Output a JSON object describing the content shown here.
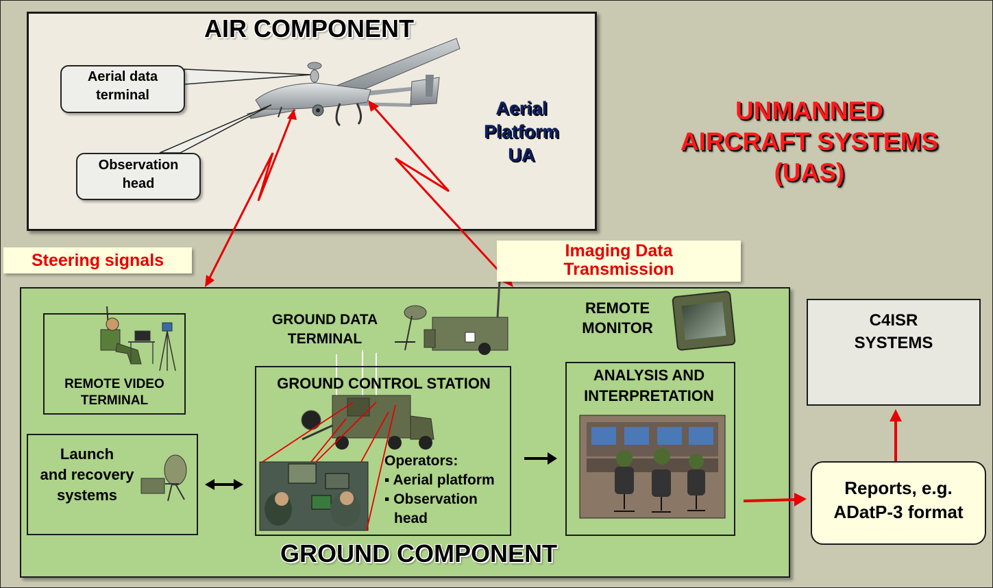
{
  "air": {
    "title": "AIR COMPONENT",
    "callout_terminal": "Aerial data terminal",
    "callout_observation": "Observation head",
    "platform": [
      "Aerial",
      "Platform",
      "UA"
    ]
  },
  "uas_title": [
    "UNMANNED",
    "AIRCRAFT SYSTEMS",
    "(UAS)"
  ],
  "links": {
    "steering": "Steering signals",
    "imaging": [
      "Imaging Data",
      "Transmission"
    ]
  },
  "ground": {
    "title": "GROUND COMPONENT",
    "remote_video": [
      "REMOTE VIDEO",
      "TERMINAL"
    ],
    "gdt": [
      "GROUND DATA",
      "TERMINAL"
    ],
    "remote_monitor": [
      "REMOTE",
      "MONITOR"
    ],
    "launch": [
      "Launch",
      "and recovery",
      "systems"
    ],
    "gcs_title": "GROUND CONTROL STATION",
    "operators_title": "Operators:",
    "operators": [
      "Aerial platform",
      "Observation",
      "head"
    ],
    "analysis": [
      "ANALYSIS AND",
      "INTERPRETATION"
    ]
  },
  "c4isr": [
    "C4ISR",
    "SYSTEMS"
  ],
  "reports": [
    "Reports, e.g.",
    "ADatP-3 format"
  ],
  "colors": {
    "arrow_red": "#e60000",
    "ground_green": "#aed38a",
    "title_red": "#ff1a1a",
    "platform_blue": "#0d1f63"
  }
}
